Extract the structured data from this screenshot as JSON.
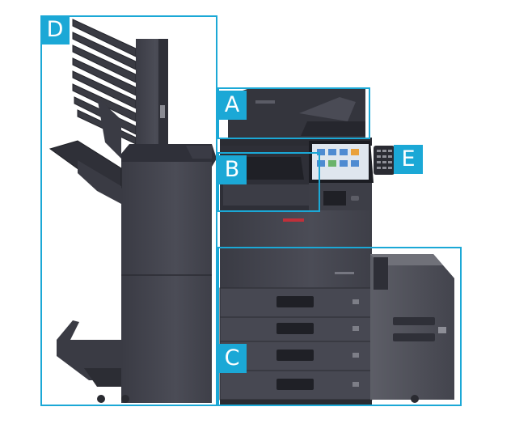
{
  "colors": {
    "accent": "#1ba8d6",
    "body_dark": "#3b3c45",
    "body_mid": "#4a4b55",
    "body_light": "#6a6b74",
    "screen": "#dfe6ee"
  },
  "sections": [
    {
      "id": "A",
      "label": "A",
      "part": "document-feeder"
    },
    {
      "id": "B",
      "label": "B",
      "part": "output-tray"
    },
    {
      "id": "C",
      "label": "C",
      "part": "paper-cassettes"
    },
    {
      "id": "D",
      "label": "D",
      "part": "finisher"
    },
    {
      "id": "E",
      "label": "E",
      "part": "control-panel"
    }
  ]
}
